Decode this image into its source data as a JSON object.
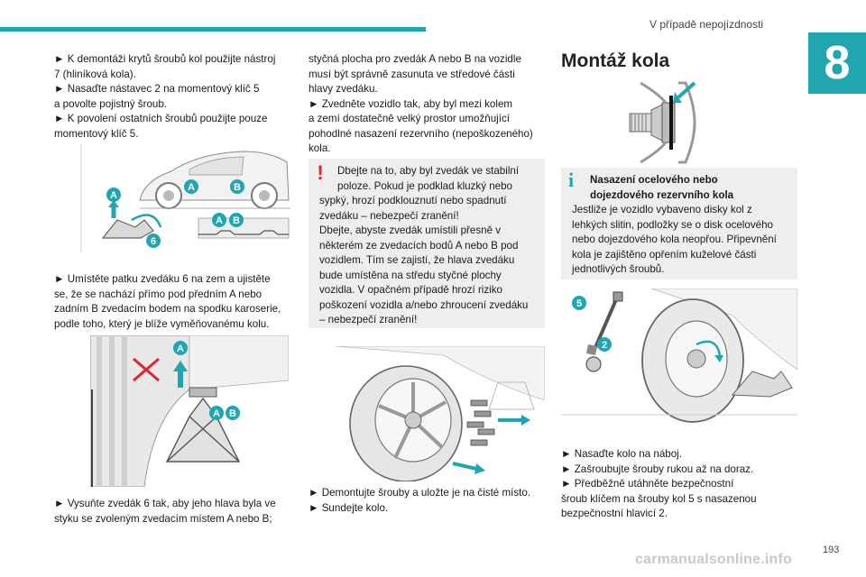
{
  "header": {
    "section_title": "V případě nepojízdnosti",
    "chapter_number": "8"
  },
  "col1": {
    "intro_lines": [
      "► K demontáži krytů šroubů kol použijte nástroj",
      "7 (hliníková kola).",
      "► Nasaďte nástavec 2 na momentový klíč 5",
      "a povolte pojistný šroub.",
      "► K povolení ostatních šroubů použijte pouze",
      "momentový klíč 5."
    ],
    "para2_lines": [
      "► Umístěte patku zvedáku 6 na zem a ujistěte",
      "se, že se nachází přímo pod předním A nebo",
      "zadním B zvedacím bodem na spodku karoserie,",
      "podle toho, který je blíže vyměňovanému kolu."
    ],
    "para3_lines": [
      "► Vysuňte zvedák 6 tak, aby jeho hlava byla ve",
      "styku se zvoleným zvedacím místem A nebo B;"
    ],
    "fig1_labels": {
      "a": "A",
      "b": "B",
      "six": "6"
    },
    "fig2_labels": {
      "a": "A",
      "b": "B"
    }
  },
  "col2": {
    "intro_lines": [
      "styčná plocha pro zvedák A nebo B na vozidle",
      "musí být správně zasunuta ve středové části",
      "hlavy zvedáku.",
      "► Zvedněte vozidlo tak, aby byl mezi kolem",
      "a zemí dostatečně velký prostor umožňující",
      "pohodlné nasazení rezervního (nepoškozeného)",
      "kola."
    ],
    "warning_mark": "!",
    "warning_first_lines": [
      "Dbejte na to, aby byl zvedák ve stabilní",
      "poloze. Pokud je podklad kluzký nebo"
    ],
    "warning_lines": [
      "sypký, hrozí podklouznutí nebo spadnutí",
      "zvedáku – nebezpečí zranění!",
      "Dbejte, abyste zvedák umístili přesně v",
      "některém ze zvedacích bodů A nebo B pod",
      "vozidlem. Tím se zajistí, že hlava zvedáku",
      "bude umístěna na středu styčné plochy",
      "vozidla. V opačném případě hrozí riziko",
      "poškození vozidla a/nebo zhroucení zvedáku",
      "– nebezpečí zranění!"
    ],
    "outro_lines": [
      "► Demontujte šrouby a uložte je na čisté místo.",
      "► Sundejte kolo."
    ]
  },
  "col3": {
    "heading": "Montáž kola",
    "info_mark": "i",
    "info_title_lines": [
      "Nasazení ocelového nebo",
      "dojezdového rezervního kola"
    ],
    "info_lines": [
      "Jestliže je vozidlo vybaveno disky kol z",
      "lehkých slitin, podložky se o disk ocelového",
      "nebo dojezdového kola neopřou. Připevnění",
      "kola je zajištěno opřením kuželové části",
      "jednotlivých šroubů."
    ],
    "fig_labels": {
      "five": "5",
      "two": "2"
    },
    "outro_lines": [
      "► Nasaďte kolo na náboj.",
      "► Zašroubujte šrouby rukou až na doraz.",
      "► Předběžně utáhněte bezpečnostní",
      "šroub klíčem na šrouby kol 5 s nasazenou",
      "bezpečnostní hlavicí 2."
    ]
  },
  "footer": {
    "page_number": "193",
    "watermark": "carmanualsonline.info"
  },
  "colors": {
    "accent": "#1fa6b0",
    "warning": "#e0262b",
    "box_bg": "#eeeeee"
  }
}
